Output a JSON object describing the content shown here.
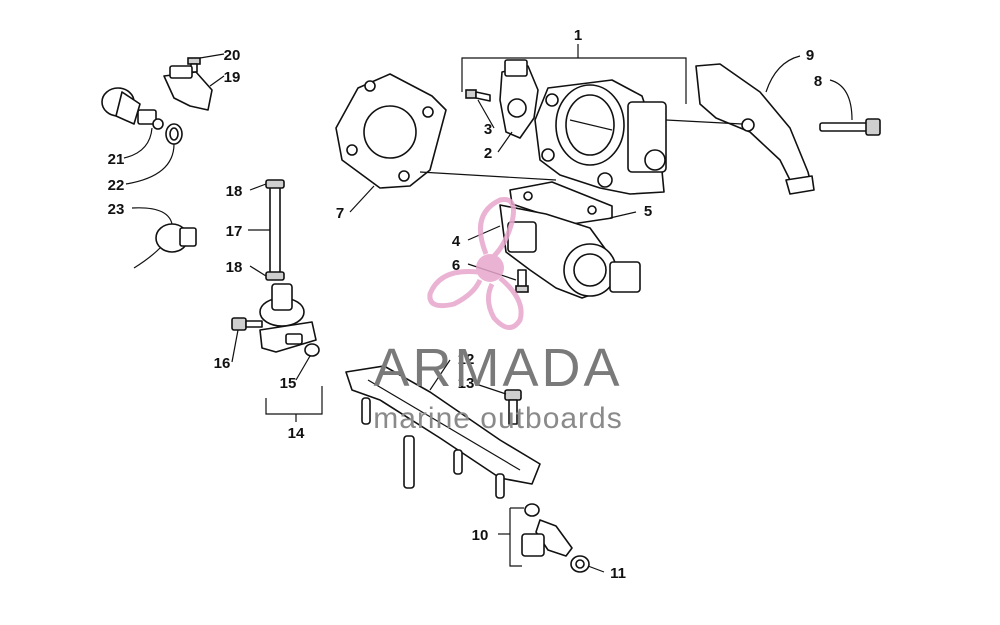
{
  "callouts": [
    {
      "id": "c1",
      "label": "1"
    },
    {
      "id": "c2",
      "label": "2"
    },
    {
      "id": "c3",
      "label": "3"
    },
    {
      "id": "c4",
      "label": "4"
    },
    {
      "id": "c5",
      "label": "5"
    },
    {
      "id": "c6",
      "label": "6"
    },
    {
      "id": "c7",
      "label": "7"
    },
    {
      "id": "c8",
      "label": "8"
    },
    {
      "id": "c9",
      "label": "9"
    },
    {
      "id": "c10",
      "label": "10"
    },
    {
      "id": "c11",
      "label": "11"
    },
    {
      "id": "c12",
      "label": "12"
    },
    {
      "id": "c13",
      "label": "13"
    },
    {
      "id": "c14",
      "label": "14"
    },
    {
      "id": "c15",
      "label": "15"
    },
    {
      "id": "c16",
      "label": "16"
    },
    {
      "id": "c17",
      "label": "17"
    },
    {
      "id": "c18a",
      "label": "18"
    },
    {
      "id": "c18b",
      "label": "18"
    },
    {
      "id": "c19",
      "label": "19"
    },
    {
      "id": "c20",
      "label": "20"
    },
    {
      "id": "c21",
      "label": "21"
    },
    {
      "id": "c22",
      "label": "22"
    },
    {
      "id": "c23",
      "label": "23"
    }
  ],
  "watermark": {
    "title": "ARMADA",
    "subtitle": "marine outboards",
    "logo_icon": "propeller-logo-icon",
    "logo_color": "#e8a6cc"
  },
  "colors": {
    "line": "#111111",
    "watermark_text": "#7a7a7a"
  }
}
